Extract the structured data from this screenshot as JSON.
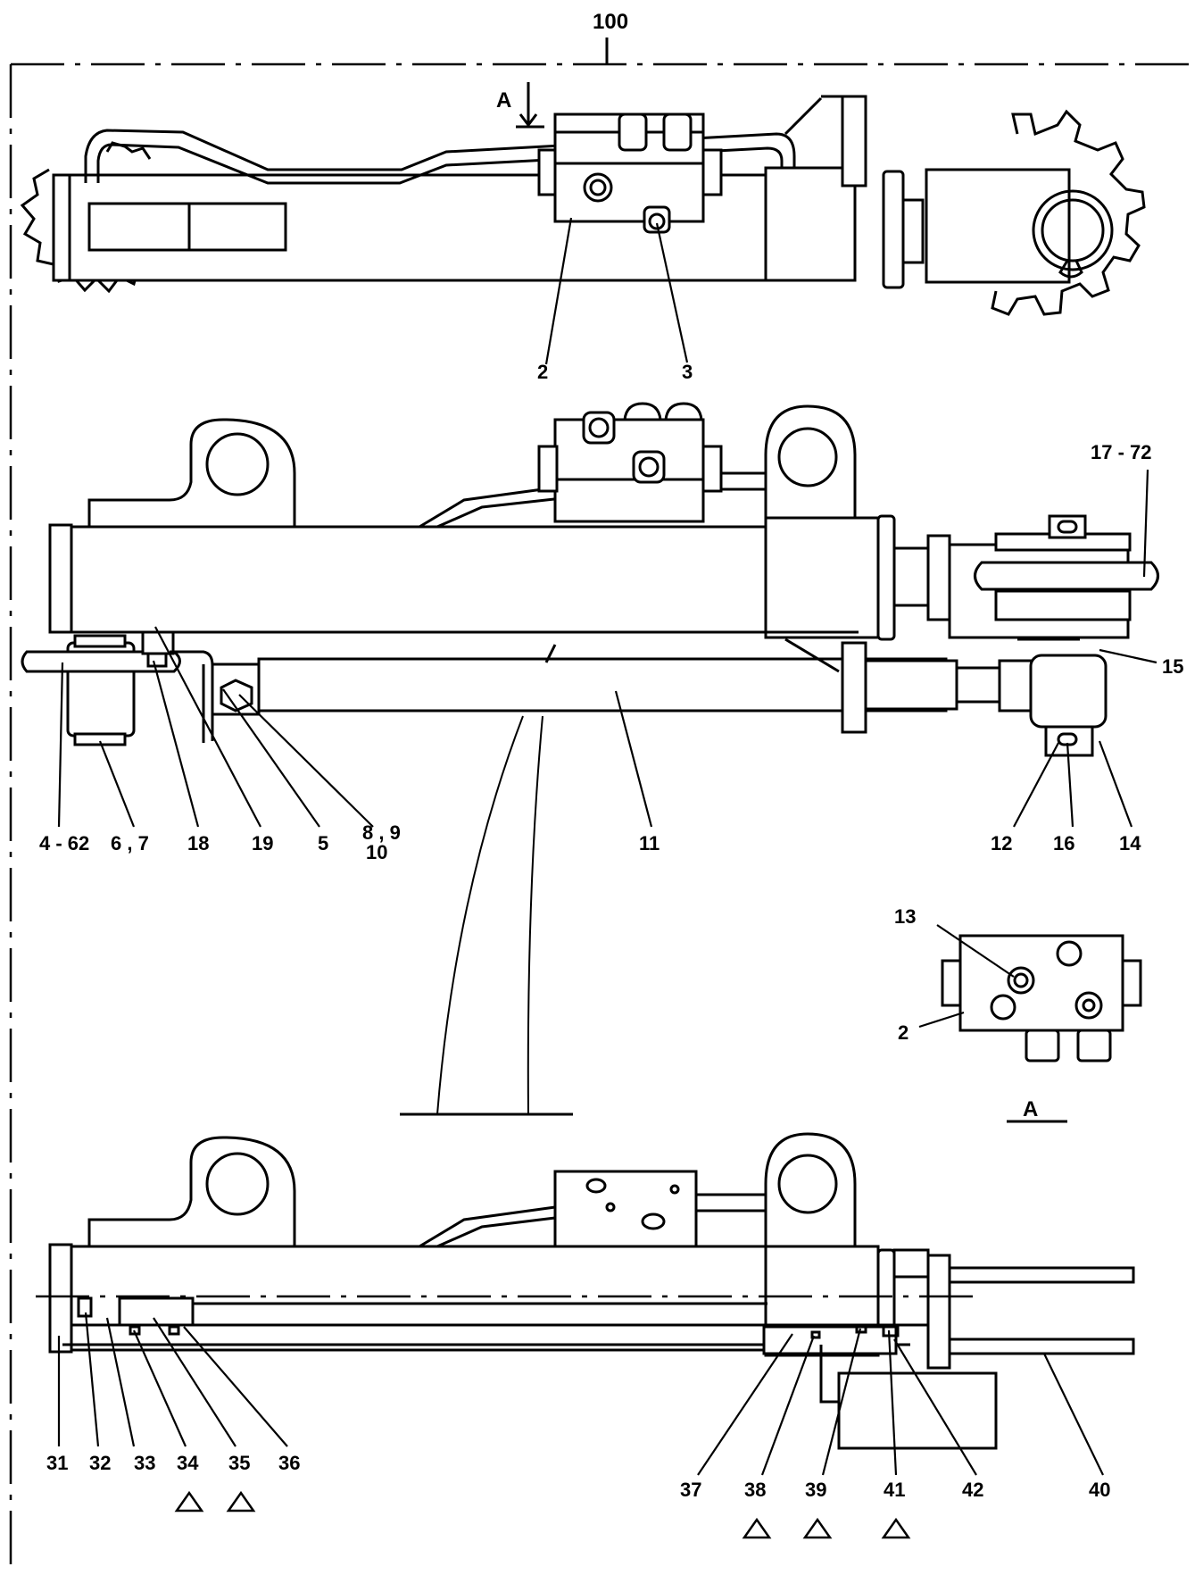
{
  "assembly_ref": "100",
  "view_a_arrow_label": "A",
  "view_a_caption": "A",
  "top_view_labels": {
    "body": "2",
    "plug": "3"
  },
  "section_view_labels": {
    "rod_pin": "4 - 62",
    "bushing": "6 , 7",
    "lube_fitting": "18",
    "clip": "19",
    "bracket": "5",
    "bolt_washer": "8 , 9",
    "bolt_washer_2": "10",
    "rod": "11",
    "pin_end_1": "12",
    "pin_end_2": "16",
    "pin_end_3": "14",
    "spring_pin": "17 - 72",
    "plate": "15"
  },
  "detail_a_labels": {
    "orifice": "13",
    "body": "2"
  },
  "bottom_view_labels": {
    "l31": "31",
    "l32": "32",
    "l33": "33",
    "l34": "34",
    "l35": "35",
    "l36": "36",
    "l37": "37",
    "l38": "38",
    "l39": "39",
    "l41": "41",
    "l42": "42",
    "l40": "40"
  },
  "marker_symbol": "triangle"
}
